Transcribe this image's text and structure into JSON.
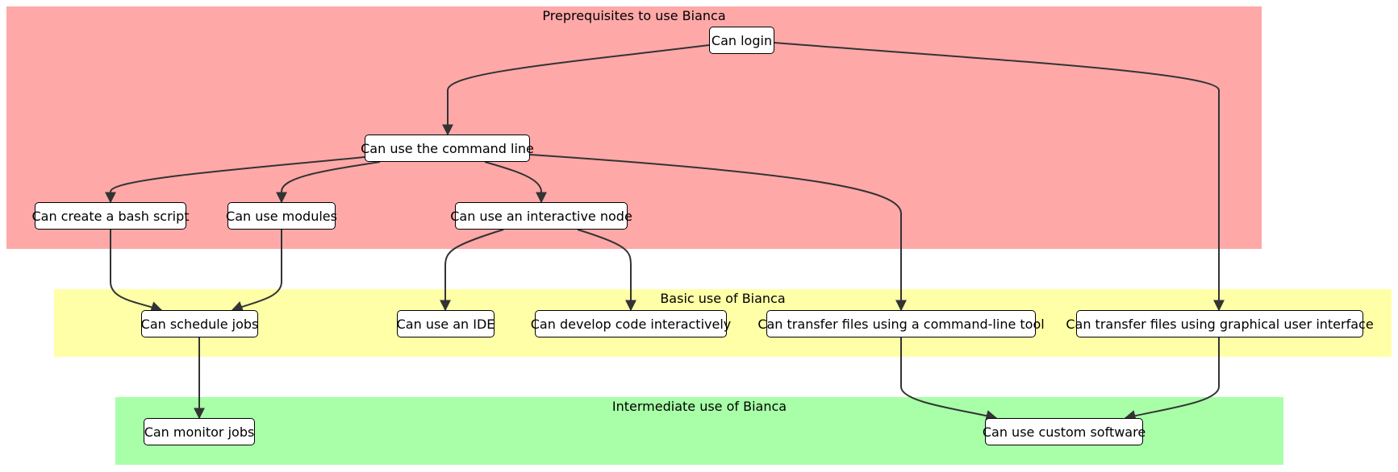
{
  "colors": {
    "prerequisites": "#ffa8a8",
    "basic": "#ffffa8",
    "intermediate": "#a8ffa8",
    "edge": "#333333"
  },
  "clusters": {
    "prerequisites": "Preprequisites to use Bianca",
    "basic": "Basic use of Bianca",
    "intermediate": "Intermediate use of Bianca"
  },
  "nodes": {
    "login": "Can login",
    "command_line": "Can use the command line",
    "bash_script": "Can create a bash script",
    "modules": "Can use modules",
    "interactive_node": "Can use an interactive node",
    "schedule_jobs": "Can schedule jobs",
    "ide": "Can use an IDE",
    "develop_interactively": "Can develop code interactively",
    "transfer_cli": "Can transfer files using a command-line tool",
    "transfer_gui": "Can transfer files using graphical user interface",
    "monitor_jobs": "Can monitor jobs",
    "custom_software": "Can use custom software"
  },
  "edges": [
    [
      "login",
      "command_line"
    ],
    [
      "login",
      "transfer_gui"
    ],
    [
      "command_line",
      "bash_script"
    ],
    [
      "command_line",
      "modules"
    ],
    [
      "command_line",
      "interactive_node"
    ],
    [
      "command_line",
      "transfer_cli"
    ],
    [
      "bash_script",
      "schedule_jobs"
    ],
    [
      "modules",
      "schedule_jobs"
    ],
    [
      "interactive_node",
      "ide"
    ],
    [
      "interactive_node",
      "develop_interactively"
    ],
    [
      "schedule_jobs",
      "monitor_jobs"
    ],
    [
      "transfer_cli",
      "custom_software"
    ],
    [
      "transfer_gui",
      "custom_software"
    ]
  ]
}
